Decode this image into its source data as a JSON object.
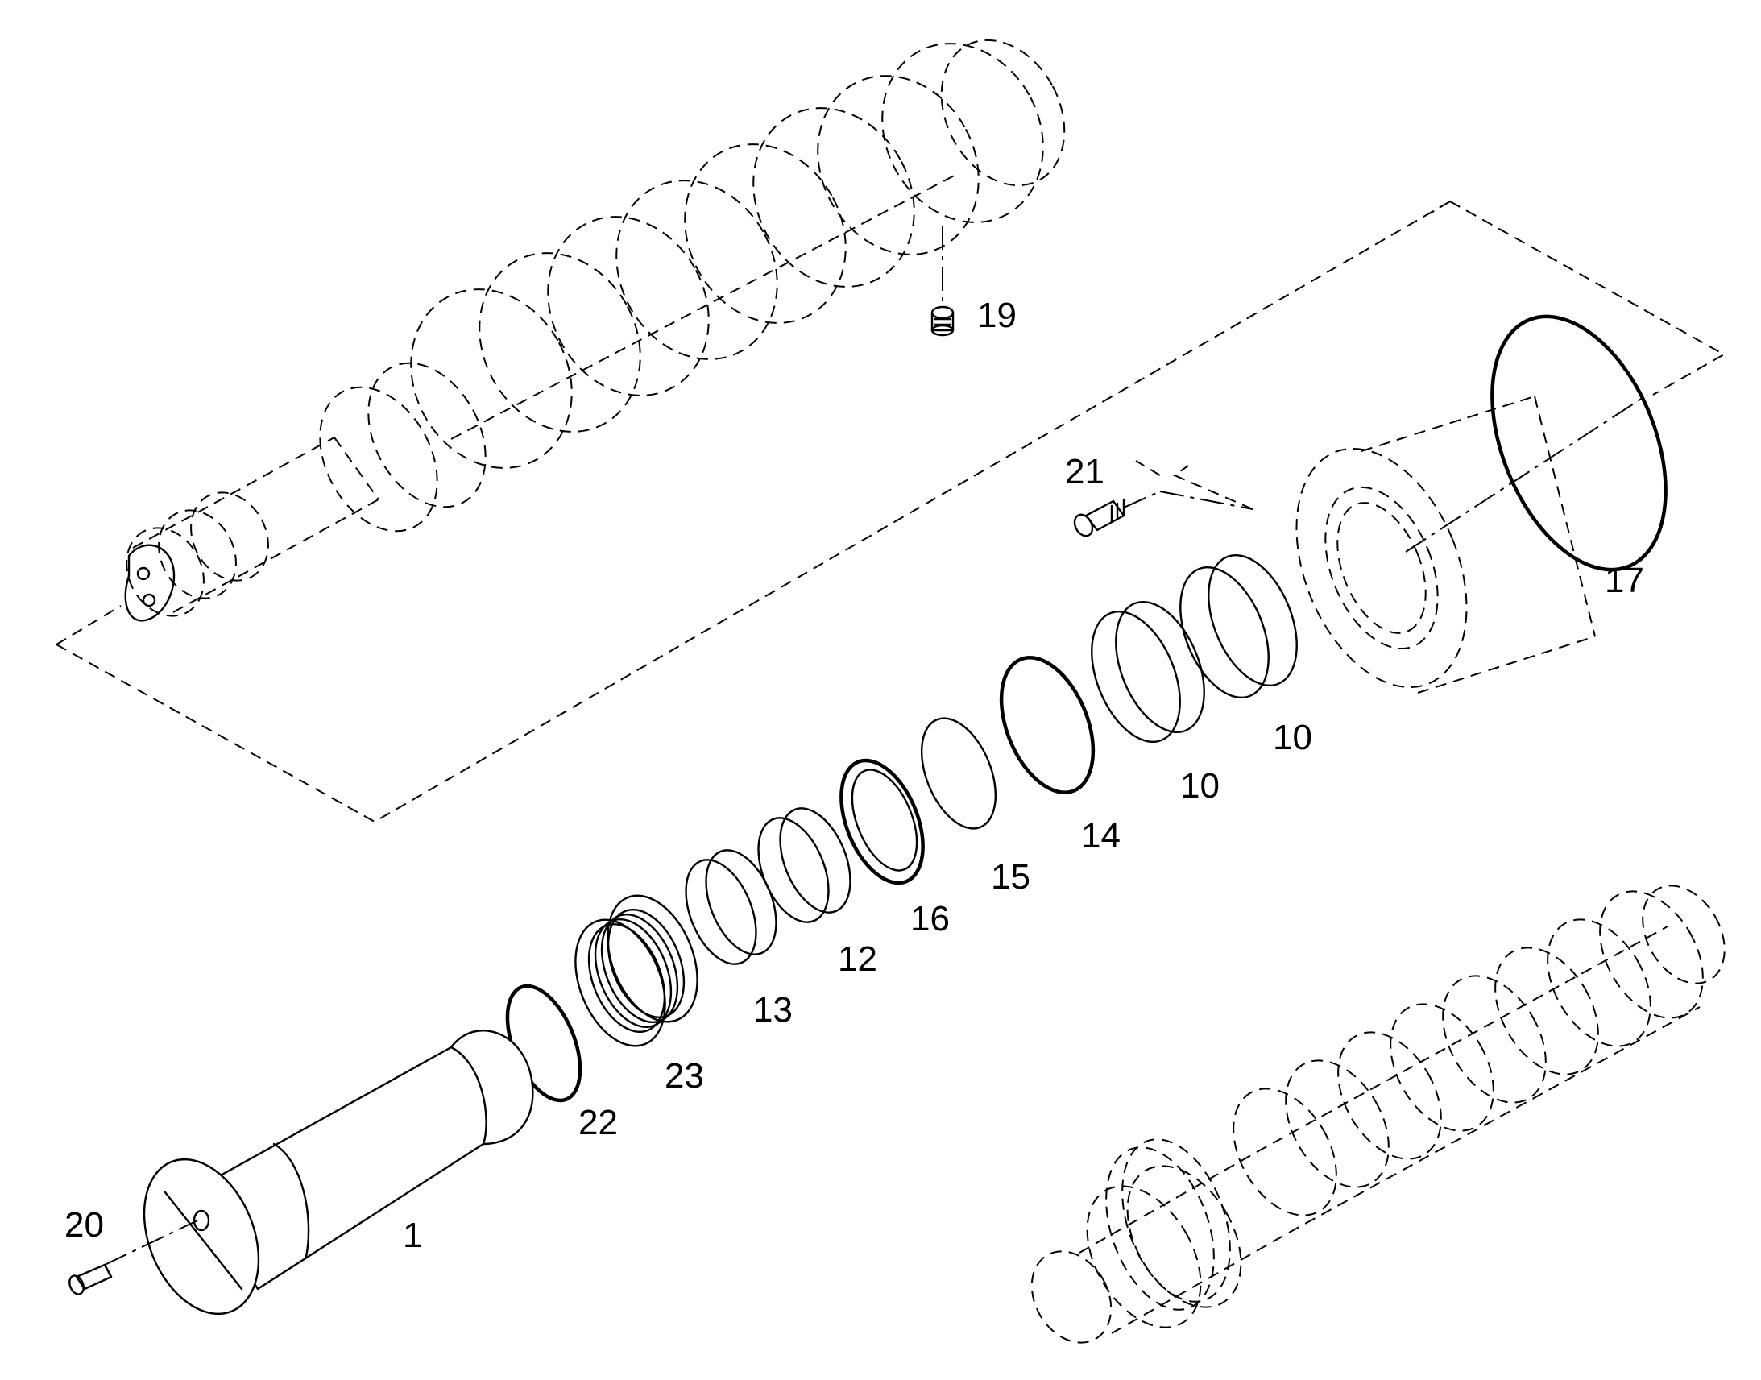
{
  "callouts": [
    {
      "id": "1",
      "text": "1"
    },
    {
      "id": "10a",
      "text": "10"
    },
    {
      "id": "10b",
      "text": "10"
    },
    {
      "id": "12",
      "text": "12"
    },
    {
      "id": "13",
      "text": "13"
    },
    {
      "id": "14",
      "text": "14"
    },
    {
      "id": "15",
      "text": "15"
    },
    {
      "id": "16",
      "text": "16"
    },
    {
      "id": "17",
      "text": "17"
    },
    {
      "id": "19",
      "text": "19"
    },
    {
      "id": "20",
      "text": "20"
    },
    {
      "id": "21",
      "text": "21"
    },
    {
      "id": "22",
      "text": "22"
    },
    {
      "id": "23",
      "text": "23"
    }
  ]
}
